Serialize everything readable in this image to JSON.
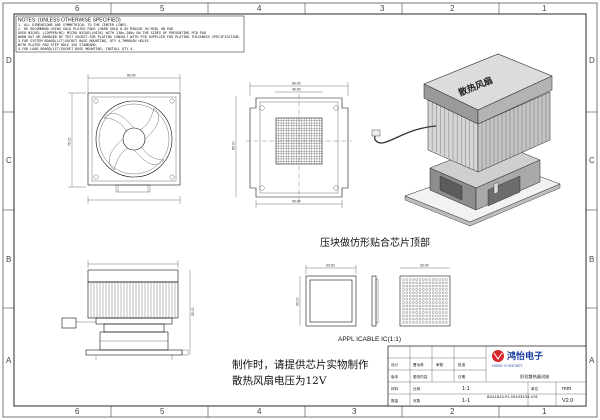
{
  "zones": {
    "columns": [
      "6",
      "5",
      "4",
      "3",
      "2",
      "1"
    ],
    "rows": [
      "D",
      "C",
      "B",
      "A"
    ]
  },
  "notes": {
    "title": "NOTES: (UNLESS OTHERWISE SPECIFIED)",
    "lines": [
      "1. ALL DIMENSIONS ARE SYMMETRICAL TO THE CENTER LINES.",
      "2. RE RECOMMEND USING GOLD PLATED PADS (HARD GOLD 0.5U MIN/NI 3U MIN) ON PAD",
      "OVER NICKEL (COPPER/NI) MICRO NICKEL(NICK) WITH 130u-200u ON THE SIDES OF PREVENTING PCB PAD",
      "WORN OUT OR DAMAGED BY TEST SOCKET.FOR PLATING CONSULT WITH PCB SUPPLIER FOR PLATING THICKNESS SPECIFICATION.",
      "3.FOR SYSTEM BOARD(LIT)SOCKET BASE MOUNTING, QTY 4,THROUGH HOLES",
      "WITH PLATED PAD STEP HOLE ISO STANDARD.",
      "4.FOR LOAD BOARD/LIT/SOCKET BASE MOUNTING, INSTALL QTY 4."
    ]
  },
  "annotations": {
    "pressure_note": "压块做仿形贴合芯片顶部",
    "application_label": "APPL  ICABLE IC(1:1)",
    "production_note_line1": "制作时，请提供芯片实物制作",
    "production_note_line2": "散热风扇电压为12V"
  },
  "heatsink_label": "散热风扇",
  "title_block": {
    "logo_cn": "鸿怡电子",
    "logo_en": "HONG YI SOCKET",
    "drawing_title": "扣拉散热器试座",
    "part_number": "BGA1824-P1.00X33X33-076",
    "revision": "V2.0",
    "scale_label": "比例",
    "scale_value": "1:1",
    "sheet_label": "页数",
    "sheet_value": "1-1",
    "unit_label": "单位",
    "unit_value": "mm",
    "material_label": "材料",
    "drawn_label": "设计",
    "drawn_value": "曹汝林",
    "check_label": "审核",
    "approve_label": "批准",
    "qty_label": "数量",
    "date_label": "日期",
    "change_label": "更改内容",
    "version_label": "版本"
  },
  "dimensions": {
    "fan_width": "90.00",
    "fan_height": "75.00",
    "socket_width": "86.00",
    "socket_inner": "40.00",
    "socket_height": "65.00",
    "bottom_width": "90.00",
    "side_height": "52.00",
    "chip_top": "33.00",
    "chip_side": "33.00",
    "chip_bottom": "33.00"
  },
  "colors": {
    "line": "#111111",
    "logo": "#1b3fa0",
    "logo_red": "#d8232a",
    "frame": "#222222"
  }
}
